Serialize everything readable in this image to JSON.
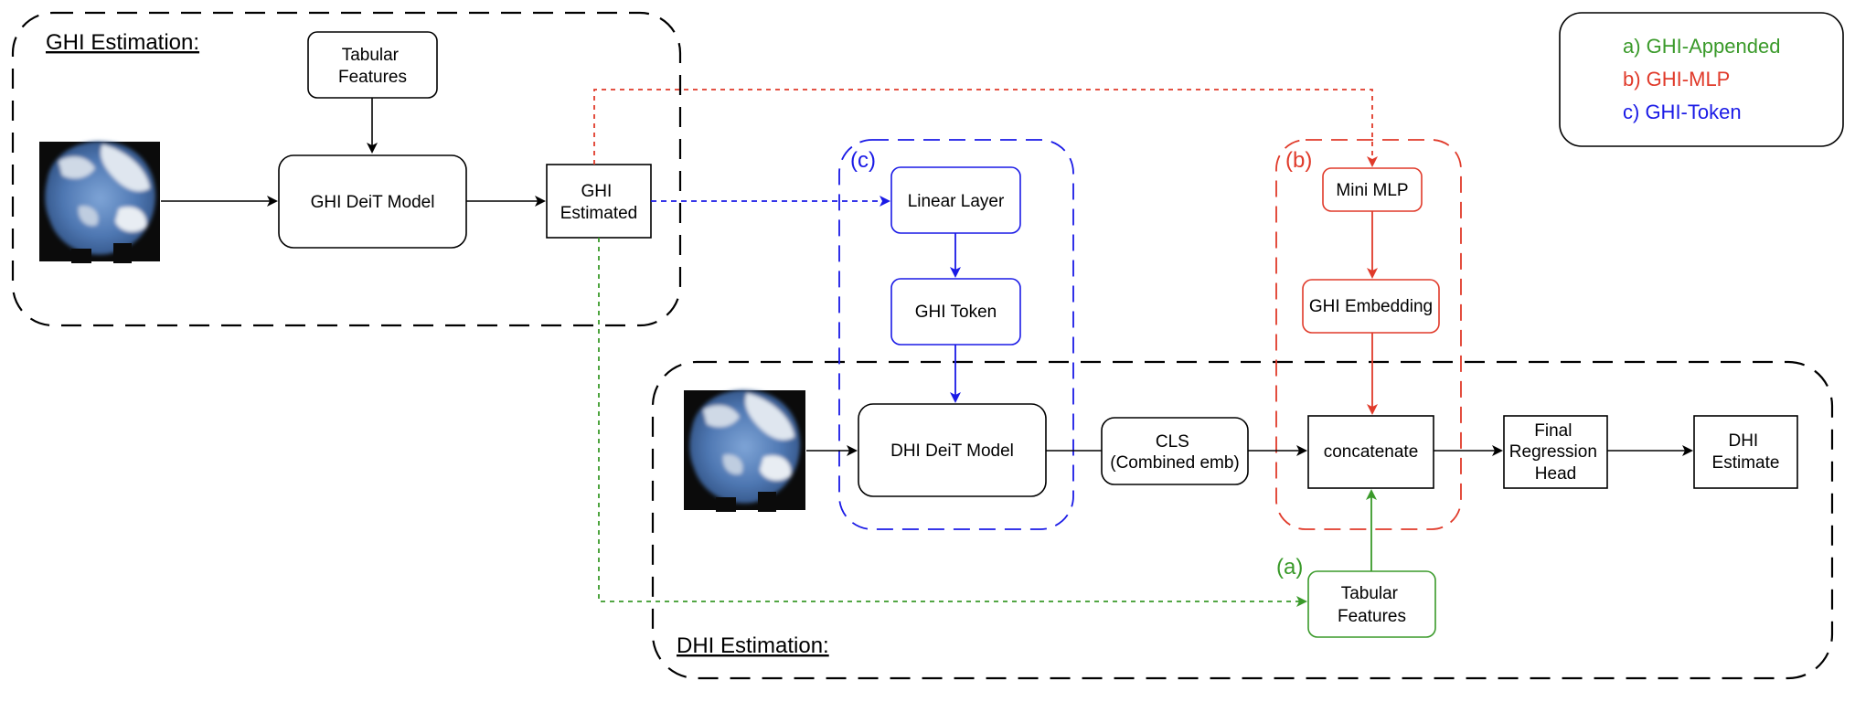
{
  "regions": {
    "ghi_estimation_title": "GHI Estimation:",
    "dhi_estimation_title": "DHI Estimation:"
  },
  "legend": {
    "item_a": "a) GHI-Appended",
    "item_b": "b) GHI-MLP",
    "item_c": "c) GHI-Token"
  },
  "variant_labels": {
    "a": "(a)",
    "b": "(b)",
    "c": "(c)"
  },
  "boxes": {
    "tabular_top_line1": "Tabular",
    "tabular_top_line2": "Features",
    "ghi_deit": "GHI DeiT Model",
    "ghi_estimated_line1": "GHI",
    "ghi_estimated_line2": "Estimated",
    "linear_layer": "Linear Layer",
    "ghi_token": "GHI Token",
    "mini_mlp": "Mini MLP",
    "ghi_embedding": "GHI Embedding",
    "dhi_deit": "DHI DeiT Model",
    "cls_line1": "CLS",
    "cls_line2": "(Combined emb)",
    "concatenate": "concatenate",
    "final_line1": "Final",
    "final_line2": "Regression",
    "final_line3": "Head",
    "dhi_estimate_line1": "DHI",
    "dhi_estimate_line2": "Estimate",
    "tabular_bottom_line1": "Tabular",
    "tabular_bottom_line2": "Features"
  },
  "colors": {
    "green": "#3a9a2a",
    "red": "#e03a2a",
    "blue": "#1a1ae6",
    "black": "#000000"
  },
  "icons": {
    "sky_image": "sky-image-icon"
  }
}
